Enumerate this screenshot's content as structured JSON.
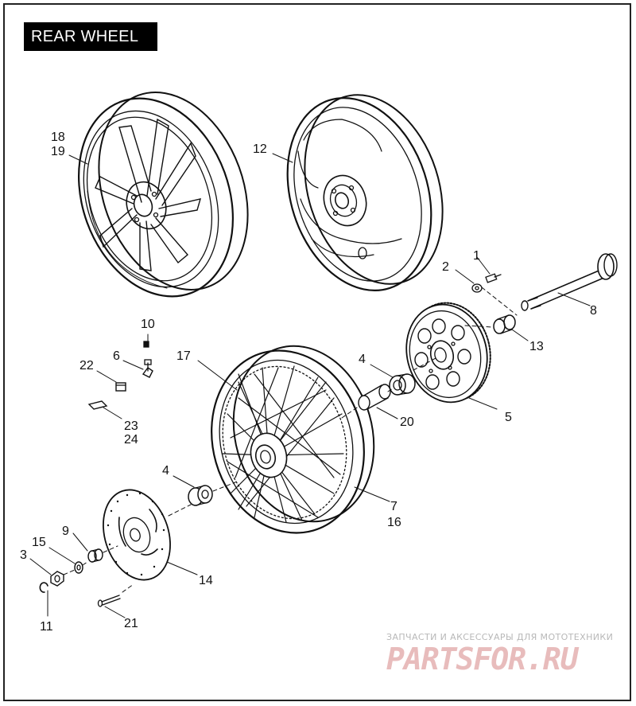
{
  "title": "REAR WHEEL",
  "callouts": {
    "n1": "1",
    "n2": "2",
    "n3": "3",
    "n4a": "4",
    "n4b": "4",
    "n5": "5",
    "n6": "6",
    "n7": "7",
    "n8": "8",
    "n9": "9",
    "n10": "10",
    "n11": "11",
    "n12": "12",
    "n13": "13",
    "n14": "14",
    "n15": "15",
    "n16": "16",
    "n17": "17",
    "n18": "18",
    "n19": "19",
    "n20": "20",
    "n21": "21",
    "n22": "22",
    "n23": "23",
    "n24": "24"
  },
  "watermark": {
    "tagline": "ЗАПЧАСТИ И АКСЕССУАРЫ ДЛЯ МОТОТЕХНИКИ",
    "logo": "PARTSFOR.RU"
  },
  "colors": {
    "ink": "#111111",
    "watermark_logo": "#e8bcbc",
    "watermark_text": "#b8b8b8"
  }
}
